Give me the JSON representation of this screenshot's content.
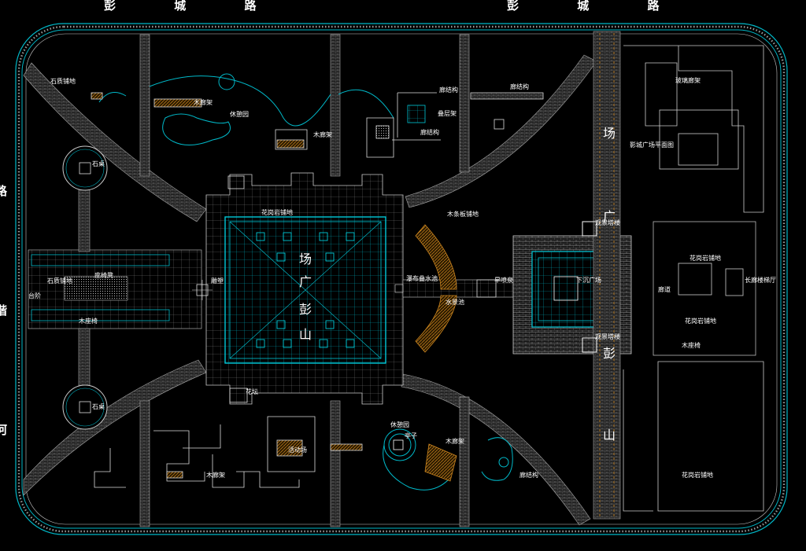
{
  "roads": {
    "top_left": [
      "彭",
      "城",
      "路"
    ],
    "top_right": [
      "彭",
      "城",
      "路"
    ],
    "left_edge": [
      "路",
      "谐",
      "河"
    ]
  },
  "plaza_big_text": [
    "场",
    "广",
    "彭",
    "山"
  ],
  "east_big_text": [
    "场",
    "广",
    "彭",
    "山"
  ],
  "labels": {
    "stone_paving": "石质铺地",
    "wood_frame_tl": "木廊架",
    "rest_garden_top": "休憩园",
    "wood_corridor_top": "木廊架",
    "pergola_a": "廊结构",
    "pergola_b": "廊结构",
    "seat_area": "叠层架",
    "pergola_c": "廊结构",
    "stone_table_top": "石桌",
    "granite_paving_main": "花岗岩铺地",
    "wood_deck": "木条板铺地",
    "stone_walk": "石质铺地",
    "sunken_bench": "座椅凳",
    "stairs": "台阶",
    "wood_bench": "木座椅",
    "sculpture": "雕塑",
    "waterfall": "瀑布叠水池",
    "small_water": "水景池",
    "dry_fountain": "旱喷泉",
    "sunken_plaza": "下沉广场",
    "glass_pergola": "玻璃廊架",
    "landmark_tower": "观景塔楼",
    "landmark_tower_b": "观景塔楼",
    "flower_bed": "花坛",
    "stone_table_bottom": "石桌",
    "play_area": "活动场",
    "rest_garden_bottom": "休憩园",
    "pavilion": "亭子",
    "wood_corridor_bottom": "木廊架",
    "wood_frame_bottom": "木廊架",
    "pergola_bottom": "廊结构",
    "granite_paving_right": "花岗岩铺地",
    "lobby_hall": "长廊楼梯厅",
    "corridor_e": "廊道",
    "granite_paving_e2": "花岗岩铺地",
    "wood_bench_e": "木座椅",
    "plaza_map": "影城广场平面图",
    "granite_paving_se": "花岗岩铺地"
  },
  "colors": {
    "background": "#000000",
    "cyan": "#00c8d8",
    "white_line": "#d8d8d8",
    "orange": "#d08820",
    "gray_paving": "#808080"
  }
}
